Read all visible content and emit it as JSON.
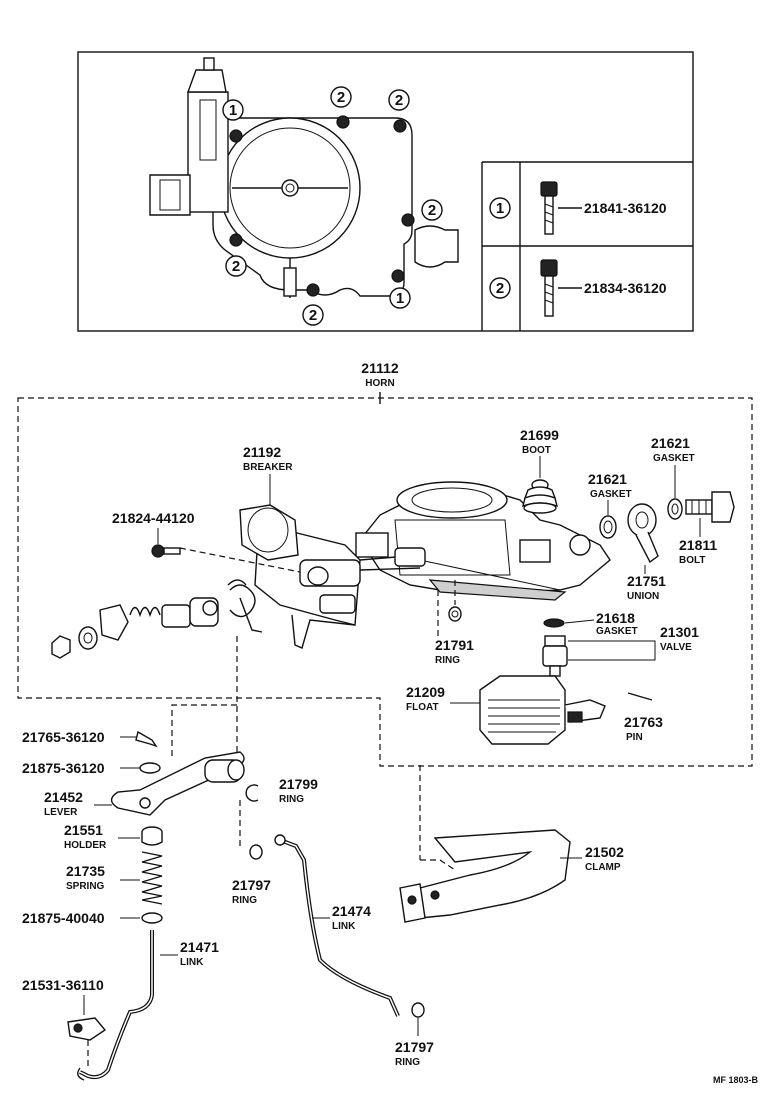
{
  "inset": {
    "callout_1": "1",
    "callout_2": "2",
    "legend": [
      {
        "callout": "1",
        "part_no": "21841-36120"
      },
      {
        "callout": "2",
        "part_no": "21834-36120"
      }
    ]
  },
  "parts": {
    "p21112": {
      "no": "21112",
      "name": "HORN"
    },
    "p21192": {
      "no": "21192",
      "name": "BREAKER"
    },
    "p21699": {
      "no": "21699",
      "name": "BOOT"
    },
    "p21621a": {
      "no": "21621",
      "name": "GASKET"
    },
    "p21621b": {
      "no": "21621",
      "name": "GASKET"
    },
    "p21811": {
      "no": "21811",
      "name": "BOLT"
    },
    "p21751": {
      "no": "21751",
      "name": "UNION"
    },
    "p21824": {
      "no": "21824-44120"
    },
    "p21618": {
      "no": "21618",
      "name": "GASKET"
    },
    "p21301": {
      "no": "21301",
      "name": "VALVE"
    },
    "p21791": {
      "no": "21791",
      "name": "RING"
    },
    "p21209": {
      "no": "21209",
      "name": "FLOAT"
    },
    "p21763": {
      "no": "21763",
      "name": "PIN"
    },
    "p21765": {
      "no": "21765-36120"
    },
    "p21875a": {
      "no": "21875-36120"
    },
    "p21452": {
      "no": "21452",
      "name": "LEVER"
    },
    "p21799": {
      "no": "21799",
      "name": "RING"
    },
    "p21551": {
      "no": "21551",
      "name": "HOLDER"
    },
    "p21735": {
      "no": "21735",
      "name": "SPRING"
    },
    "p21875b": {
      "no": "21875-40040"
    },
    "p21797a": {
      "no": "21797",
      "name": "RING"
    },
    "p21474": {
      "no": "21474",
      "name": "LINK"
    },
    "p21502": {
      "no": "21502",
      "name": "CLAMP"
    },
    "p21471": {
      "no": "21471",
      "name": "LINK"
    },
    "p21531": {
      "no": "21531-36110"
    },
    "p21797b": {
      "no": "21797",
      "name": "RING"
    }
  },
  "reference_code": "MF 1803-B"
}
